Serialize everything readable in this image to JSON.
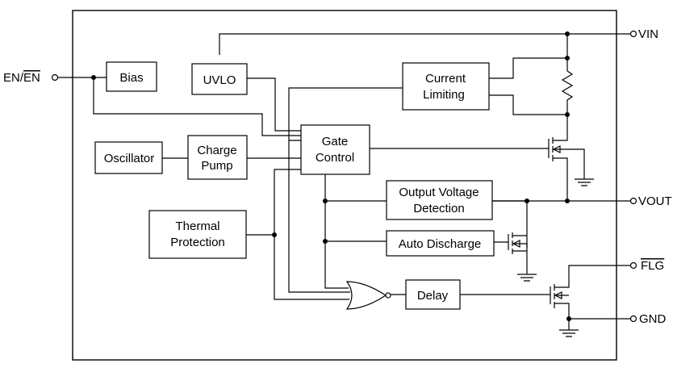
{
  "pins": {
    "en": {
      "main": "EN/",
      "bar": "EN"
    },
    "vin": "VIN",
    "vout": "VOUT",
    "flg": "FLG",
    "gnd": "GND"
  },
  "blocks": {
    "bias": "Bias",
    "uvlo": "UVLO",
    "current_limiting": [
      "Current",
      "Limiting"
    ],
    "gate_control": [
      "Gate",
      "Control"
    ],
    "oscillator": "Oscillator",
    "charge_pump": [
      "Charge",
      "Pump"
    ],
    "thermal_protection": [
      "Thermal",
      "Protection"
    ],
    "output_voltage_detection": [
      "Output Voltage",
      "Detection"
    ],
    "auto_discharge": "Auto Discharge",
    "delay": "Delay"
  }
}
